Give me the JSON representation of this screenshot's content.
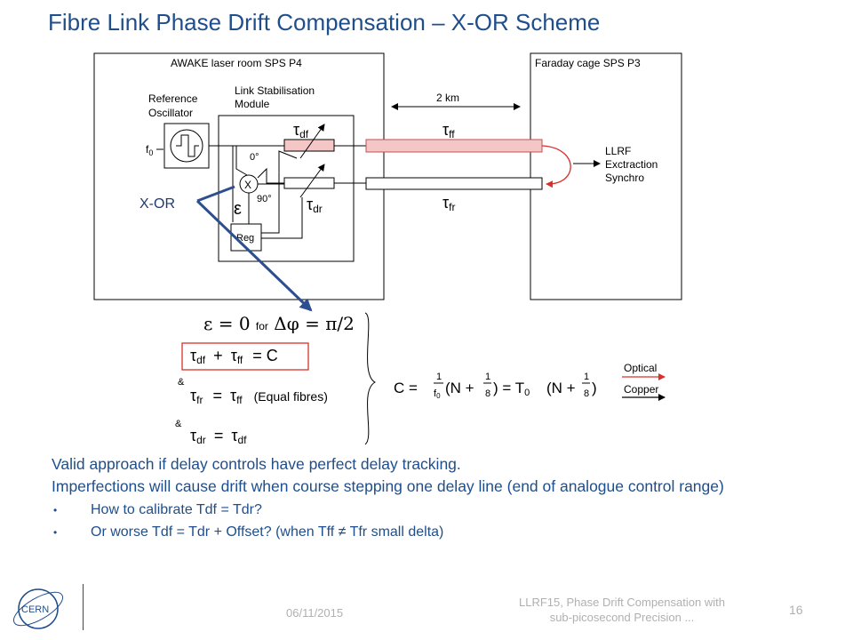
{
  "title": "Fibre Link Phase Drift Compensation – X-OR Scheme",
  "diagram": {
    "left_box_title": "AWAKE laser room SPS P4",
    "right_box_title": "Faraday cage SPS P3",
    "ref_osc_line1": "Reference",
    "ref_osc_line2": "Oscillator",
    "f0": "f",
    "f0_sub": "0",
    "lsm_line1": "Link Stabilisation",
    "lsm_line2": "Module",
    "tau": "τ",
    "sub_df": "df",
    "sub_dr": "dr",
    "sub_ff": "ff",
    "sub_fr": "fr",
    "eps": "ε",
    "deg0": "0°",
    "deg90": "90°",
    "mixer": "X",
    "reg": "Reg",
    "distance": "2 km",
    "llrf1": "LLRF",
    "llrf2": "Exctraction",
    "llrf3": "Synchro",
    "xor": "X-OR"
  },
  "equations": {
    "eq1_eps": "ε = 0",
    "eq1_for": "for",
    "eq1_cond": "Δφ = π/2",
    "plus": "+",
    "eqC": "= C",
    "amp": "&",
    "eq": "=",
    "equal_fibres": "(Equal fibres)",
    "c_lhs": "C =",
    "c_mid1": "(N +",
    "c_mid2": ") = T",
    "t_sub": "0",
    "c_mid3": "(N +",
    "c_end": ")",
    "one": "1",
    "eight": "8",
    "f": "f",
    "f_sub": "0",
    "optical": "Optical",
    "copper": "Copper"
  },
  "body": {
    "line1": "Valid approach if delay controls have perfect delay tracking.",
    "line2": "Imperfections will cause drift when course stepping one delay line (end of analogue control range)",
    "bullet_char": "•",
    "bullets": [
      "How to calibrate Tdf = Tdr?",
      "Or worse Tdf = Tdr + Offset? (when Tff ≠ Tfr small delta)"
    ]
  },
  "footer": {
    "date": "06/11/2015",
    "center_line1": "LLRF15, Phase Drift Compensation with",
    "center_line2": "sub-picosecond Precision ...",
    "page": "16"
  },
  "logo": {
    "text": "CERN"
  },
  "colors": {
    "title": "#1f4e8c",
    "arrow": "#2e4f8f",
    "fibre_fill": "#f4c6c6",
    "fibre_stroke": "#c05050",
    "red_box": "#d9302c",
    "optical_arrow": "#d9302c",
    "footer": "#b0b0b0"
  }
}
